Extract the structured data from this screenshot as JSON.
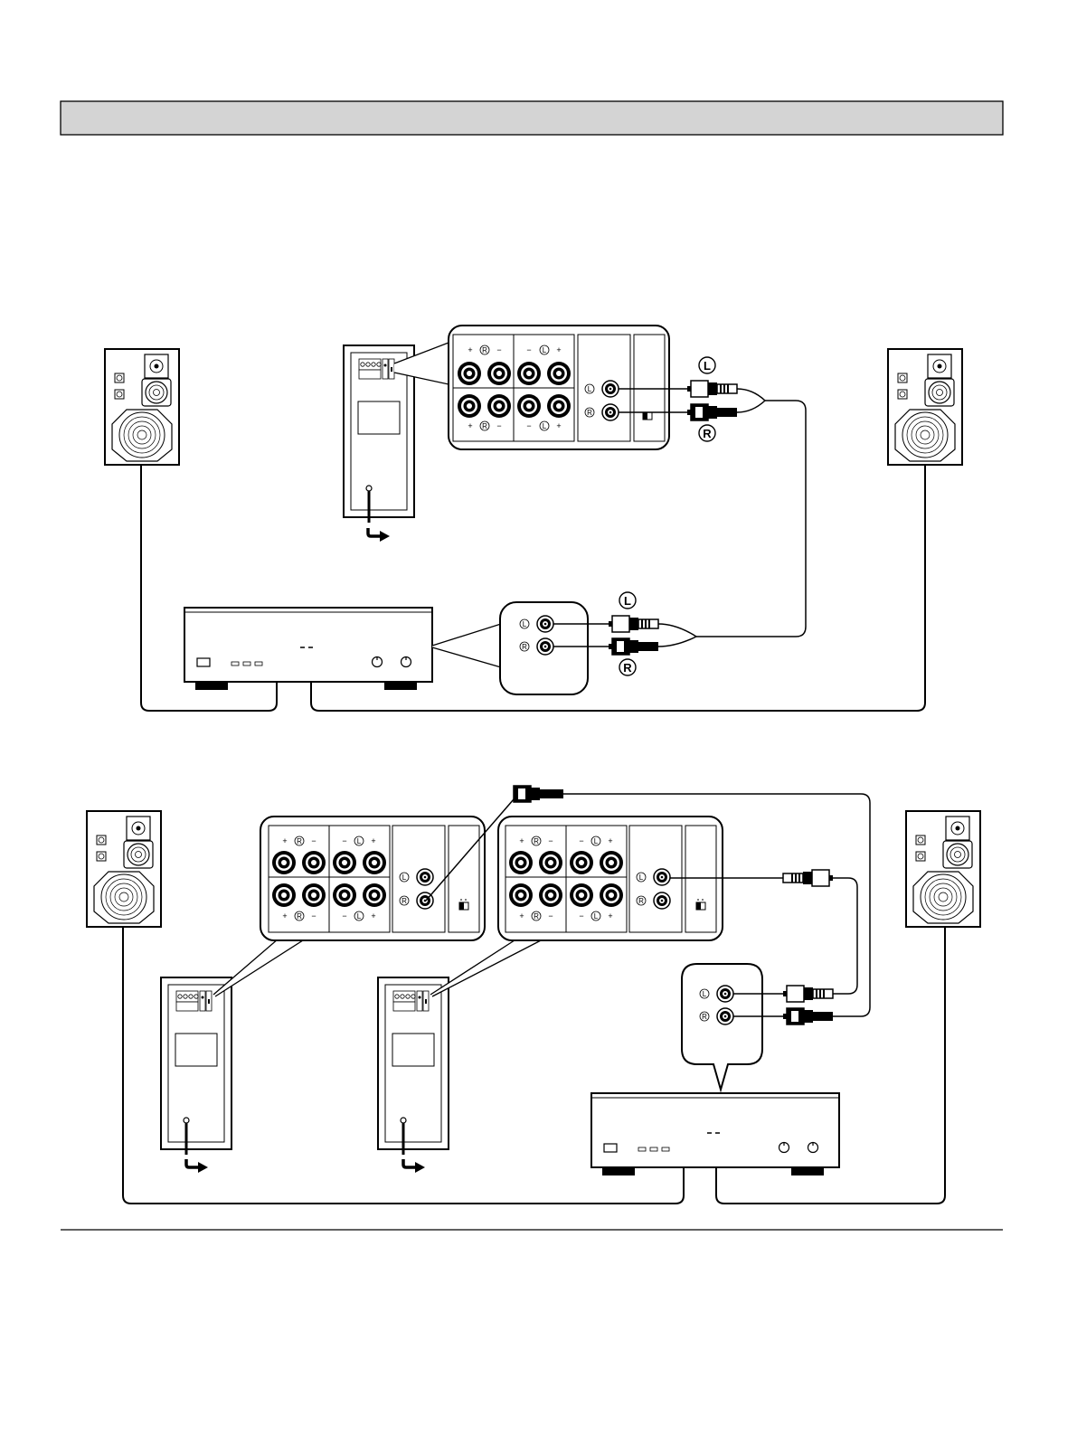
{
  "header": {
    "title": ""
  },
  "diagram1": {
    "subwoofer_panel": {
      "speaker_terminals": {
        "right": "R",
        "left": "L",
        "plus": "+",
        "minus": "−"
      },
      "line_inputs": {
        "left": "L",
        "right": "R"
      }
    },
    "cable_tags": {
      "left": "L",
      "right": "R"
    },
    "amp_outputs": {
      "left": "L",
      "right": "R"
    }
  },
  "diagram2": {
    "panel_a": {
      "speaker_terminals": {
        "right": "R",
        "left": "L",
        "plus": "+",
        "minus": "−"
      },
      "line_inputs": {
        "left": "L",
        "right": "R"
      }
    },
    "panel_b": {
      "speaker_terminals": {
        "right": "R",
        "left": "L",
        "plus": "+",
        "minus": "−"
      },
      "line_inputs": {
        "left": "L",
        "right": "R"
      }
    },
    "amp_outputs": {
      "left": "L",
      "right": "R"
    }
  },
  "colors": {
    "title_bar": "#d4d4d4",
    "ink": "#000000",
    "background": "#ffffff"
  }
}
